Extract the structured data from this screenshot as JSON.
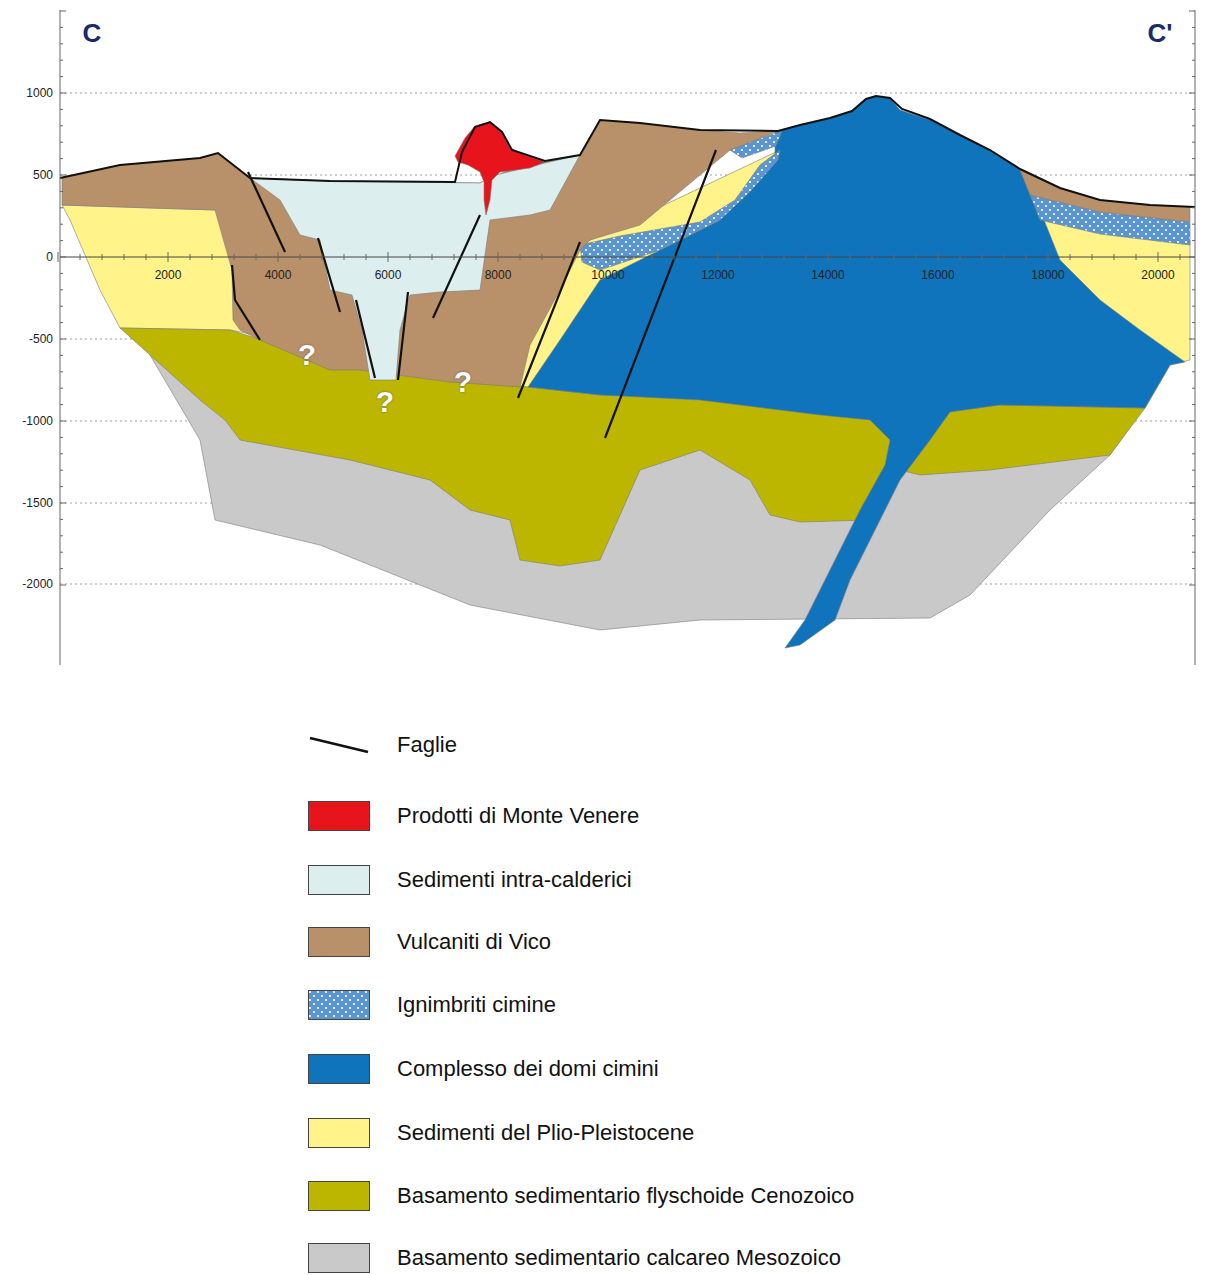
{
  "diagram": {
    "labels": [
      "C",
      "C'",
      "1000",
      "500",
      "0",
      "-500",
      "-1000",
      "-1500",
      "-2000",
      "2000",
      "4000",
      "6000",
      "8000",
      "10000",
      "12000",
      "14000",
      "16000",
      "18000",
      "20000",
      "?",
      "?",
      "?"
    ],
    "legend": [
      {
        "text": "Faglie"
      },
      {
        "text": "Prodotti di Monte Venere",
        "color": "#e8141c"
      },
      {
        "text": "Sedimenti intra-calderici",
        "color": "#dcefee"
      },
      {
        "text": "Vulcaniti di Vico",
        "color": "#b8916b"
      },
      {
        "text": "Ignimbriti cimine"
      },
      {
        "text": "Complesso dei domi cimini",
        "color": "#0f74bc"
      },
      {
        "text": "Sedimenti del Plio-Pleistocene",
        "color": "#fff38a"
      },
      {
        "text": "Basamento sedimentario flyschoide Cenozoico",
        "color": "#bcb600"
      },
      {
        "text": "Basamento sedimentario calcareo Mesozoico",
        "color": "#c9c9c9"
      }
    ]
  }
}
